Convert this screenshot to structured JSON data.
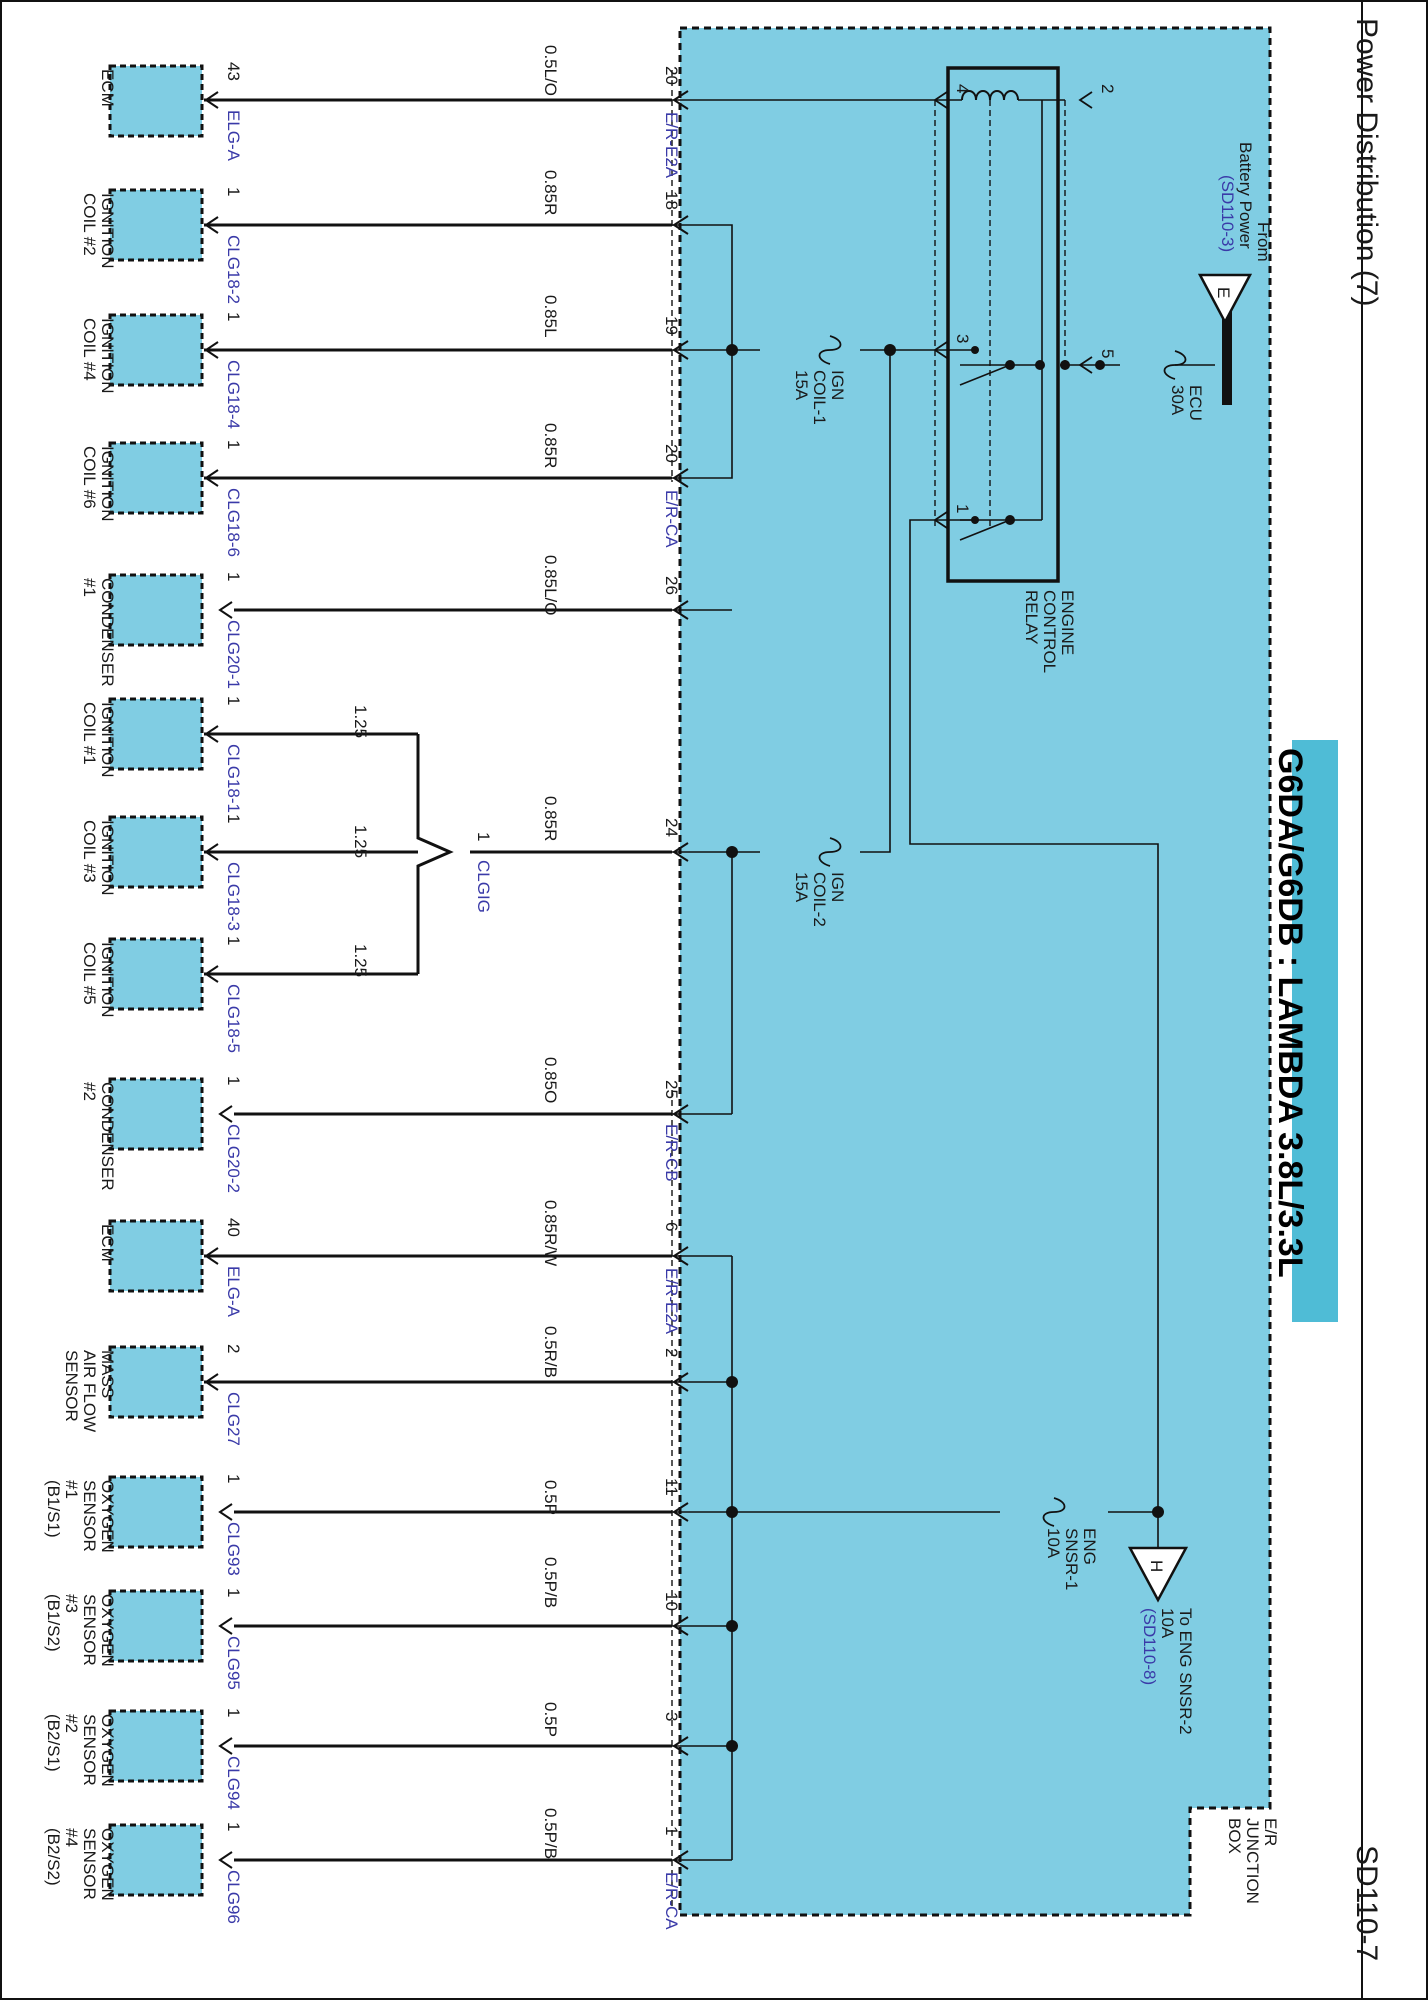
{
  "header": {
    "title": "Power Distribution (7)",
    "page_code": "SD110-7"
  },
  "banner": {
    "text": "G6DA/G6DB : LAMBDA 3.8L/3.3L"
  },
  "junction_box": {
    "name": "E/R JUNCTION BOX"
  },
  "relay": {
    "name": "ENGINE CONTROL RELAY"
  },
  "battery": {
    "label_from": "From",
    "label_name": "Battery Power",
    "ref": "(SD110-3)",
    "connector_letter": "E",
    "fuse_name": "ECU",
    "fuse_rating": "30A"
  },
  "fuses": [
    {
      "name_line1": "IGN",
      "name_line2": "COIL-1",
      "rating": "15A"
    },
    {
      "name_line1": "IGN",
      "name_line2": "COIL-2",
      "rating": "15A"
    },
    {
      "name_line1": "ENG",
      "name_line2": "SNSR-1",
      "rating": "10A"
    }
  ],
  "output": {
    "connector_letter": "H",
    "label_line1": "To ENG SNSR-2",
    "label_line2": "10A",
    "ref": "(SD110-8)"
  },
  "splice": {
    "name": "CLGIG",
    "pin": "1"
  },
  "connector_groups": [
    "E/R-E2A",
    "E/R-CA",
    "E/R-CB",
    "E/R-E2A",
    "E/R-CA"
  ],
  "pins": [
    "20",
    "18",
    "19",
    "20",
    "26",
    "24",
    "25",
    "6",
    "2",
    "11",
    "10",
    "3",
    "1"
  ],
  "relay_pins": [
    "4",
    "2",
    "3",
    "5",
    "1"
  ],
  "wires": [
    {
      "gauge": "0.5L/O"
    },
    {
      "gauge": "0.85R"
    },
    {
      "gauge": "0.85L"
    },
    {
      "gauge": "0.85R"
    },
    {
      "gauge": "0.85L/O"
    },
    {
      "gauge": "1.25"
    },
    {
      "gauge": "0.85R"
    },
    {
      "gauge": "1.25"
    },
    {
      "gauge": "1.25"
    },
    {
      "gauge": "0.85O"
    },
    {
      "gauge": "0.85R/W"
    },
    {
      "gauge": "0.5R/B"
    },
    {
      "gauge": "0.5P"
    },
    {
      "gauge": "0.5P/B"
    },
    {
      "gauge": "0.5P"
    },
    {
      "gauge": "0.5P/B"
    }
  ],
  "components": [
    {
      "lines": [
        "ECM"
      ],
      "connector": "ELG-A",
      "pin": "43"
    },
    {
      "lines": [
        "IGNITION",
        "COIL #2"
      ],
      "connector": "CLG18-2",
      "pin": "1"
    },
    {
      "lines": [
        "IGNITION",
        "COIL #4"
      ],
      "connector": "CLG18-4",
      "pin": "1"
    },
    {
      "lines": [
        "IGNITION",
        "COIL #6"
      ],
      "connector": "CLG18-6",
      "pin": "1"
    },
    {
      "lines": [
        "CONDENSER",
        "#1"
      ],
      "connector": "CLG20-1",
      "pin": "1"
    },
    {
      "lines": [
        "IGNITION",
        "COIL #1"
      ],
      "connector": "CLG18-1",
      "pin": "1"
    },
    {
      "lines": [
        "IGNITION",
        "COIL #3"
      ],
      "connector": "CLG18-3",
      "pin": "1"
    },
    {
      "lines": [
        "IGNITION",
        "COIL #5"
      ],
      "connector": "CLG18-5",
      "pin": "1"
    },
    {
      "lines": [
        "CONDENSER",
        "#2"
      ],
      "connector": "CLG20-2",
      "pin": "1"
    },
    {
      "lines": [
        "ECM"
      ],
      "connector": "ELG-A",
      "pin": "40"
    },
    {
      "lines": [
        "MASS",
        "AIR FLOW",
        "SENSOR"
      ],
      "connector": "CLG27",
      "pin": "2"
    },
    {
      "lines": [
        "OXYGEN",
        "SENSOR",
        "#1",
        "(B1/S1)"
      ],
      "connector": "CLG93",
      "pin": "1"
    },
    {
      "lines": [
        "OXYGEN",
        "SENSOR",
        "#3",
        "(B1/S2)"
      ],
      "connector": "CLG95",
      "pin": "1"
    },
    {
      "lines": [
        "OXYGEN",
        "SENSOR",
        "#2",
        "(B2/S1)"
      ],
      "connector": "CLG94",
      "pin": "1"
    },
    {
      "lines": [
        "OXYGEN",
        "SENSOR",
        "#4",
        "(B2/S2)"
      ],
      "connector": "CLG96",
      "pin": "1"
    }
  ],
  "colors": {
    "box_fill": "#80cde3",
    "banner_fill": "#4fbcd6",
    "component_fill": "#80cde3",
    "link_text": "#3a3aa8",
    "line": "#111111"
  }
}
